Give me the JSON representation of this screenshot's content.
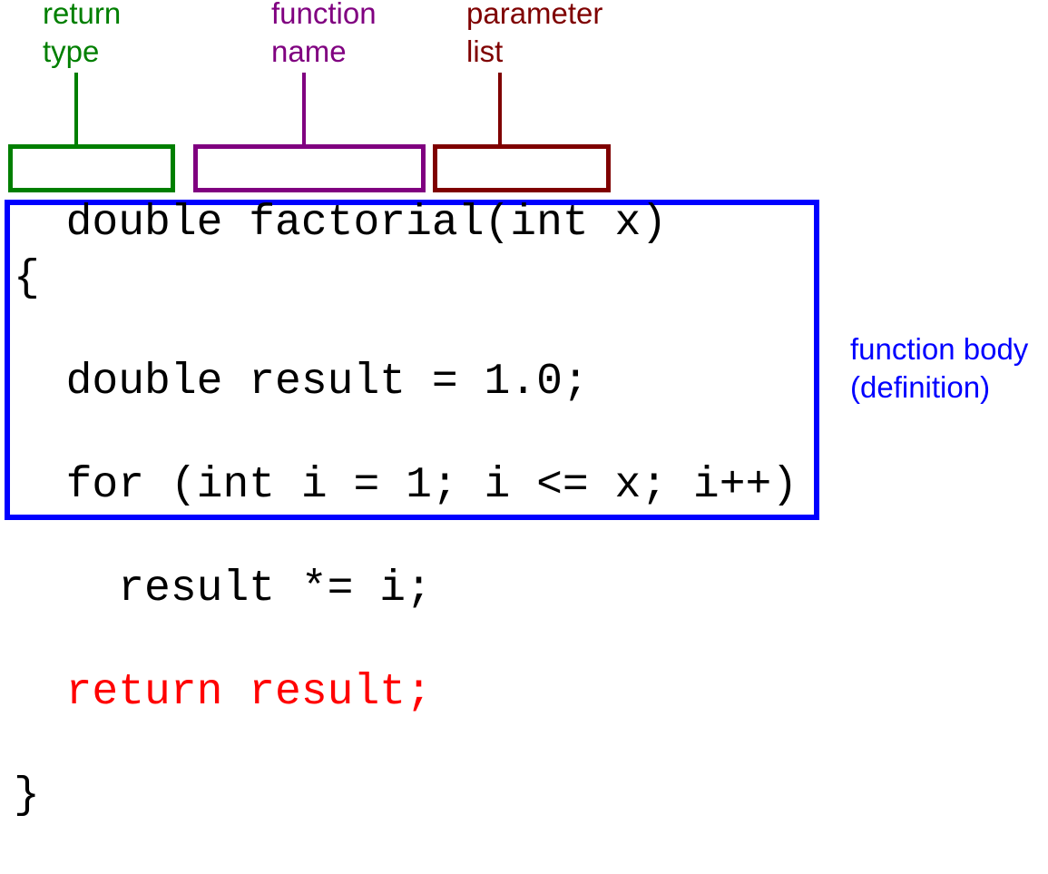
{
  "labels": {
    "return_type": [
      "return",
      "type"
    ],
    "function_name": [
      "function",
      "name"
    ],
    "parameter_list": [
      "parameter",
      "list"
    ],
    "function_body": [
      "function body",
      "(definition)"
    ]
  },
  "signature": {
    "return_type": "double",
    "function_name": "factorial",
    "parameters": "(int x)"
  },
  "body": {
    "lines": [
      "{",
      "  double result = 1.0;",
      "  for (int i = 1; i <= x; i++)",
      "    result *= i;",
      "  return result;",
      "}"
    ],
    "highlight_line": 4
  },
  "colors": {
    "return_type": "#007f00",
    "function_name": "#800080",
    "parameter_list": "#7f0000",
    "function_body": "#0000ff",
    "highlight": "#ff0000",
    "code": "#000000"
  }
}
